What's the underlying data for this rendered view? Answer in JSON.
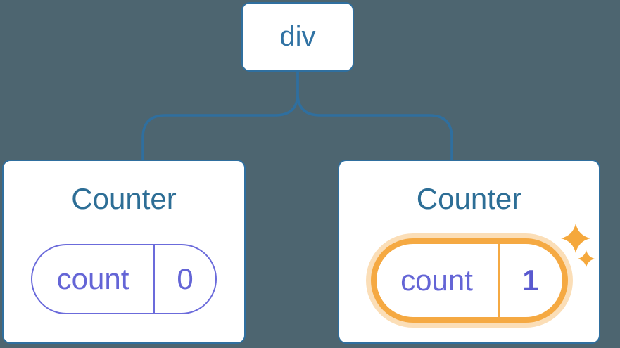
{
  "diagram": {
    "root": {
      "label": "div"
    },
    "children": [
      {
        "title": "Counter",
        "state": {
          "name": "count",
          "value": "0"
        },
        "highlighted": false
      },
      {
        "title": "Counter",
        "state": {
          "name": "count",
          "value": "1"
        },
        "highlighted": true,
        "badge_icon": "sparkles-icon"
      }
    ],
    "colors": {
      "background": "#4d6570",
      "stroke_blue": "#2f6f9f",
      "text_blue": "#2d6e96",
      "pill_purple_stroke": "#6b6bdb",
      "pill_purple_text": "#6465d6",
      "value_bold_purple": "#5959cf",
      "highlight_orange": "#f5a942",
      "highlight_glow": "#fbdeb7",
      "sparkle_orange": "#f5a83c",
      "card_background": "#ffffff"
    }
  }
}
